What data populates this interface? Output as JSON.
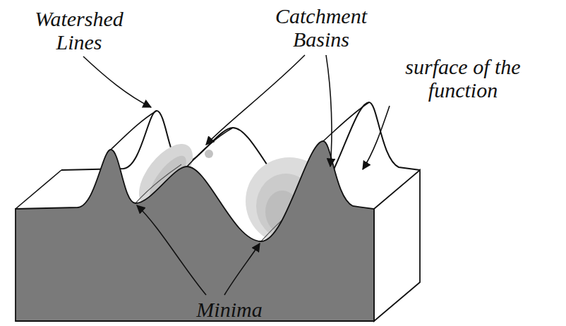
{
  "diagram": {
    "labels": [
      "Watershed Lines",
      "Catchment Basins",
      "surface of the function",
      "Minima"
    ]
  }
}
